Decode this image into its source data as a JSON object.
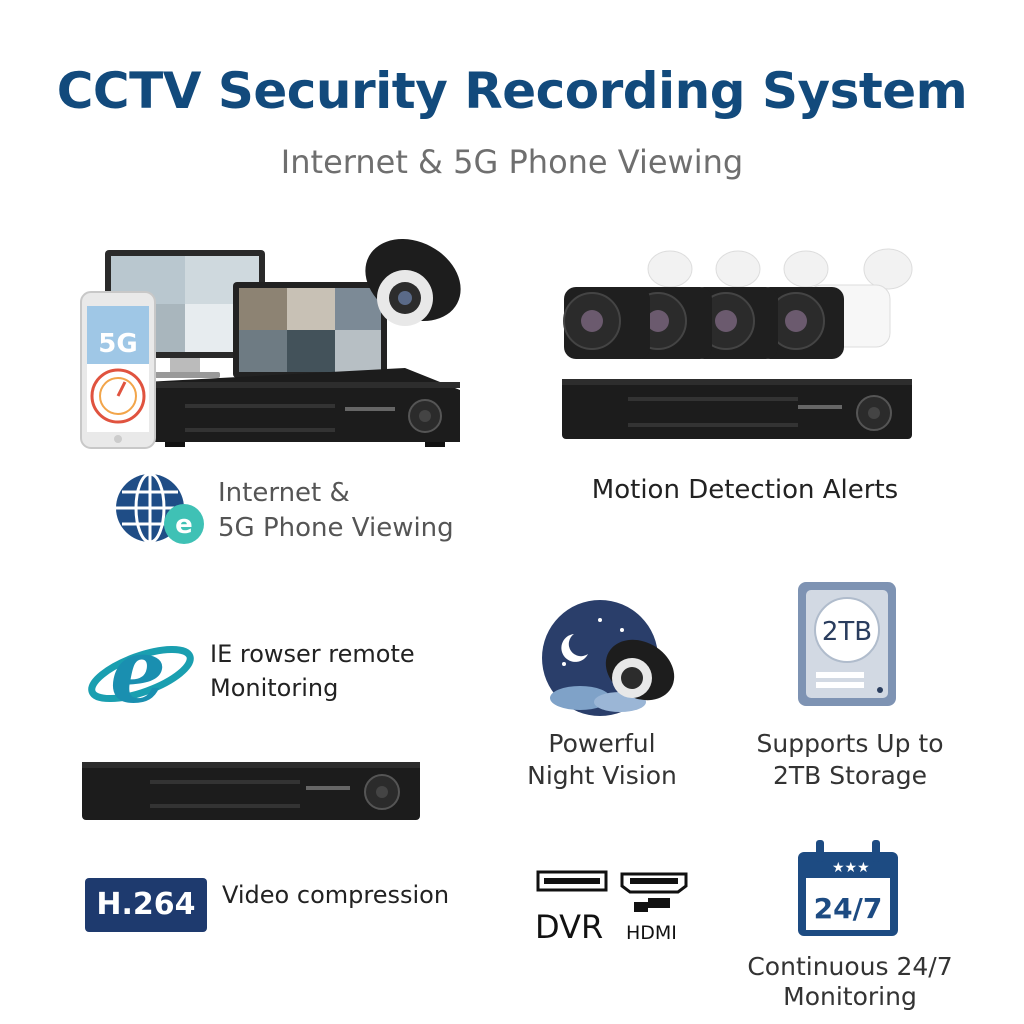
{
  "header": {
    "title": "CCTV Security Recording System",
    "subtitle": "Internet & 5G Phone Viewing"
  },
  "panel_remote": {
    "phone_badge": "5G",
    "caption_line1": "Internet &",
    "caption_line2": "5G Phone Viewing"
  },
  "panel_cameras": {
    "caption": "Motion Detection Alerts"
  },
  "features": {
    "ie": {
      "line1": "IE rowser remote",
      "line2": "Monitoring"
    },
    "night": {
      "line1": "Powerful",
      "line2": "Night Vision"
    },
    "storage": {
      "badge": "2TB",
      "line1": "Supports Up to",
      "line2": "2TB Storage"
    },
    "h264": {
      "badge": "H.264",
      "caption": "Video compression"
    },
    "ports": {
      "dvr": "DVR",
      "hdmi": "HDMI"
    },
    "monitoring": {
      "badge": "24/7",
      "line1": "Continuous 24/7",
      "line2": "Monitoring"
    }
  },
  "colors": {
    "title": "#124a7c",
    "subtitle": "#6f6f6f",
    "accent_blue": "#1d4b82",
    "ie_teal": "#1aa0b0",
    "h264_bg": "#1e3a6e"
  },
  "icons": [
    "globe-icon",
    "ie-logo-icon",
    "night-vision-icon",
    "hard-drive-icon",
    "calendar-icon",
    "dvr-port-icon",
    "hdmi-port-icon"
  ]
}
